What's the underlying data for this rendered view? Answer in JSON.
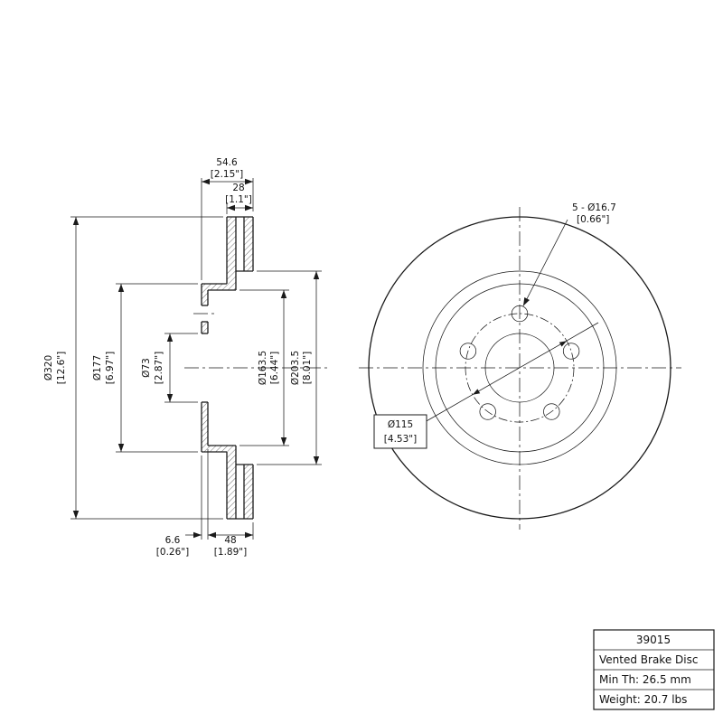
{
  "drawing": {
    "type": "vented brake disc technical drawing",
    "colors": {
      "line": "#1a1a1a",
      "background": "#ffffff"
    }
  },
  "dimensions": {
    "overall_width": {
      "mm": "54.6",
      "in": "[2.15\"]"
    },
    "ring_thickness": {
      "mm": "28",
      "in": "[1.1\"]"
    },
    "outer_diameter": {
      "mm": "Ø320",
      "in": "[12.6\"]"
    },
    "hat_diameter": {
      "mm": "Ø177",
      "in": "[6.97\"]"
    },
    "bore_diameter": {
      "mm": "Ø73",
      "in": "[2.87\"]"
    },
    "hat_inner_diameter": {
      "mm": "Ø163.5",
      "in": "[6.44\"]"
    },
    "friction_inner_diameter": {
      "mm": "Ø203.5",
      "in": "[8.01\"]"
    },
    "flange_offset": {
      "mm": "6.6",
      "in": "[0.26\"]"
    },
    "hat_depth": {
      "mm": "48",
      "in": "[1.89\"]"
    },
    "bolt_holes": {
      "mm": "5 - Ø16.7",
      "in": "[0.66\"]"
    },
    "bolt_circle": {
      "mm": "Ø115",
      "in": "[4.53\"]"
    }
  },
  "title_block": {
    "part_number": "39015",
    "product_name": "Vented Brake Disc",
    "min_thickness": "Min Th: 26.5 mm",
    "weight": "Weight: 20.7 lbs"
  }
}
